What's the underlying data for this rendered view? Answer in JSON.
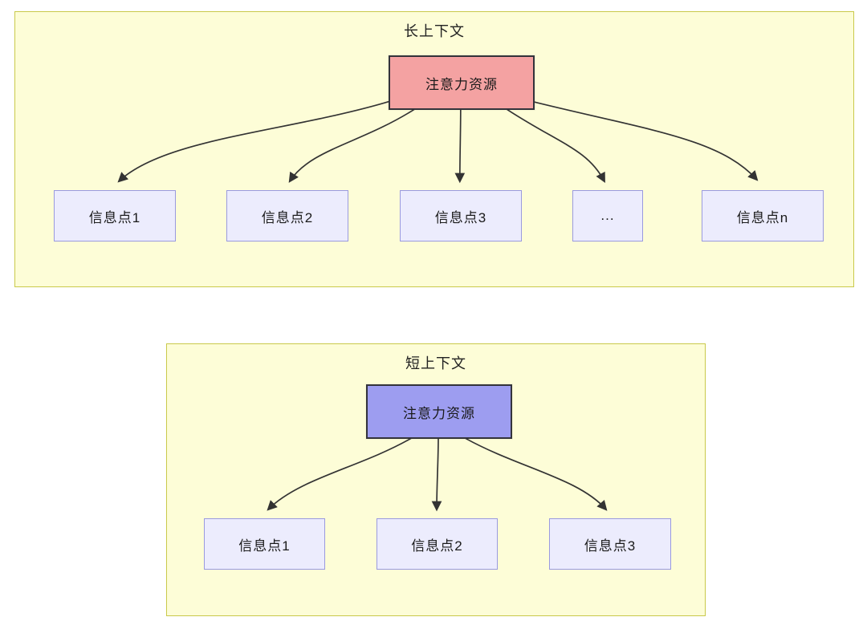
{
  "colors": {
    "container_bg": "#fdfdd7",
    "container_border": "#c9c94a",
    "node_bg": "#ececfd",
    "node_border": "#9a9adf",
    "source_long_bg": "#f4a2a2",
    "source_short_bg": "#9d9df0",
    "arrow": "#333333"
  },
  "diagrams": {
    "long_context": {
      "title": "长上下文",
      "source": {
        "label": "注意力资源"
      },
      "targets": [
        {
          "label": "信息点1"
        },
        {
          "label": "信息点2"
        },
        {
          "label": "信息点3"
        },
        {
          "label": "..."
        },
        {
          "label": "信息点n"
        }
      ]
    },
    "short_context": {
      "title": "短上下文",
      "source": {
        "label": "注意力资源"
      },
      "targets": [
        {
          "label": "信息点1"
        },
        {
          "label": "信息点2"
        },
        {
          "label": "信息点3"
        }
      ]
    }
  }
}
